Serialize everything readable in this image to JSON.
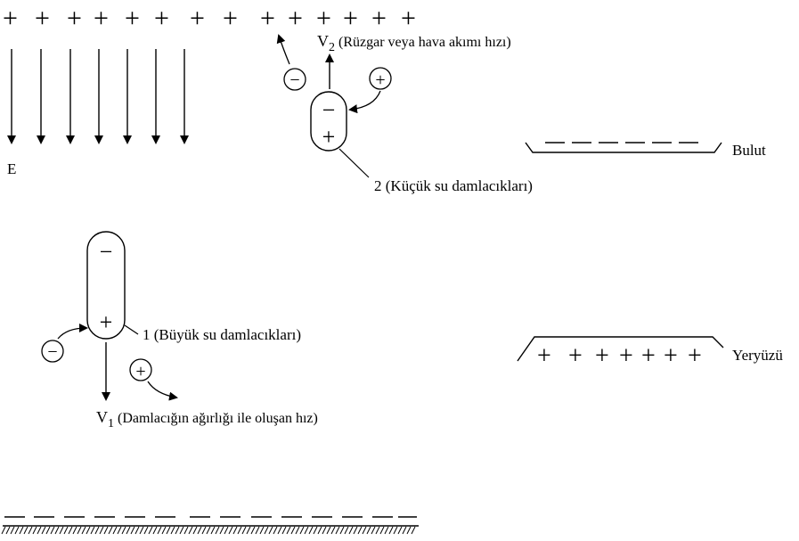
{
  "labels": {
    "field": "E",
    "v2": "V",
    "v2_sub": "2",
    "v2_desc": "(Rüzgar veya hava akımı hızı)",
    "small_drops": "2 (Küçük su damlacıkları)",
    "cloud": "Bulut",
    "large_drops": "1 (Büyük su damlacıkları)",
    "v1": "V",
    "v1_sub": "1",
    "v1_desc": "(Damlacığın ağırlığı ile oluşan hız)",
    "ground": "Yeryüzü"
  },
  "symbols": {
    "plus": "+",
    "minus": "−"
  },
  "colors": {
    "ink": "#000000",
    "background": "#ffffff"
  }
}
